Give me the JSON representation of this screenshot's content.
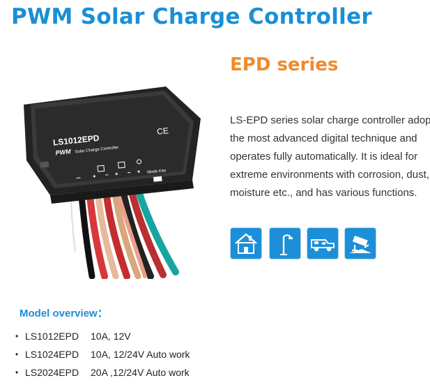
{
  "title": "PWM Solar Charge Controller",
  "series": "EPD series",
  "product": {
    "model_label": "LS1012EPD",
    "subtitle_pwm": "PWM",
    "subtitle_rest": "Solar Charge Controller",
    "ce_mark": "CE",
    "mode_key": "Mode Key"
  },
  "description_lines": [
    "LS-EPD series solar charge controller adopts",
    "the most advanced digital technique and",
    "operates fully automatically. It is ideal for",
    "extreme environments with corrosion, dust,",
    "moisture etc., and has various  functions."
  ],
  "icons": [
    "house-icon",
    "street-lamp-icon",
    "vehicle-icon",
    "surveillance-camera-icon"
  ],
  "model_overview": {
    "heading": "Model overview：",
    "bullet": "•",
    "items": [
      {
        "name": "LS1012EPD",
        "spec": "10A, 12V"
      },
      {
        "name": "LS1024EPD",
        "spec": "10A, 12/24V Auto work"
      },
      {
        "name": "LS2024EPD",
        "spec": "20A ,12/24V Auto work"
      }
    ]
  },
  "colors": {
    "title": "#1a8fd6",
    "series": "#f08a2c",
    "icon_bg": "#1d8fd8",
    "text": "#333333"
  }
}
